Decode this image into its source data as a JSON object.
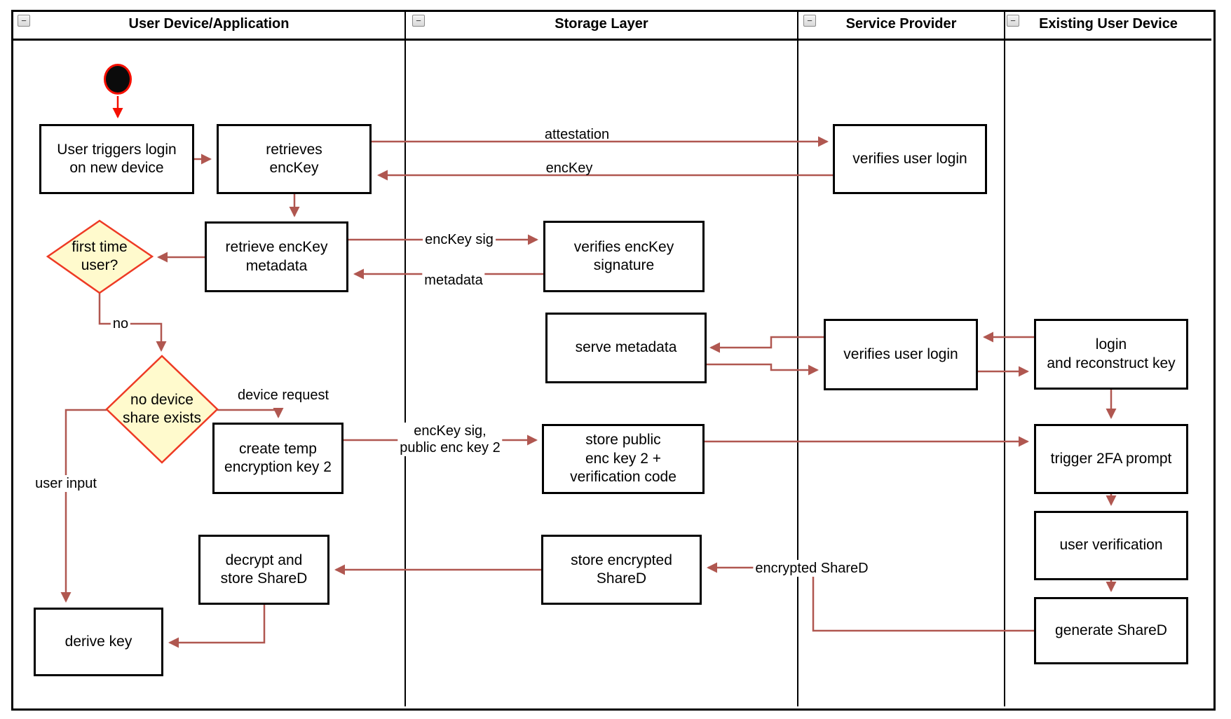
{
  "diagram": {
    "type": "swimlane-activity-diagram",
    "lanes": [
      {
        "title": "User Device/Application",
        "collapse_icon": "minus"
      },
      {
        "title": "Storage Layer",
        "collapse_icon": "minus"
      },
      {
        "title": "Service Provider",
        "collapse_icon": "minus"
      },
      {
        "title": "Existing User Device",
        "collapse_icon": "minus"
      }
    ],
    "collapse_glyph": "−",
    "nodes": {
      "start": {
        "type": "initial-node"
      },
      "user_triggers_login": {
        "label": "User triggers login\non new device",
        "lane": "User Device/Application"
      },
      "retrieves_enckey": {
        "label": "retrieves\nencKey",
        "lane": "User Device/Application"
      },
      "verifies_user_login_1": {
        "label": "verifies user login",
        "lane": "Service Provider"
      },
      "retrieve_enckey_metadata": {
        "label": "retrieve encKey\nmetadata",
        "lane": "User Device/Application"
      },
      "first_time_user": {
        "label": "first time\nuser?",
        "type": "decision",
        "lane": "User Device/Application"
      },
      "verifies_enckey_signature": {
        "label": "verifies encKey\nsignature",
        "lane": "Storage Layer"
      },
      "serve_metadata": {
        "label": "serve metadata",
        "lane": "Storage Layer"
      },
      "verifies_user_login_2": {
        "label": "verifies user login",
        "lane": "Service Provider"
      },
      "login_and_reconstruct_key": {
        "label": "login\nand reconstruct key",
        "lane": "Existing User Device"
      },
      "no_device_share_exists": {
        "label": "no device\nshare exists",
        "type": "decision",
        "lane": "User Device/Application"
      },
      "create_temp_encryption_key_2": {
        "label": "create temp\nencryption key 2",
        "lane": "User Device/Application"
      },
      "store_public_enc_key_2": {
        "label": "store public\nenc key 2 +\nverification code",
        "lane": "Storage Layer"
      },
      "trigger_2fa_prompt": {
        "label": "trigger 2FA prompt",
        "lane": "Existing User Device"
      },
      "user_verification": {
        "label": "user verification",
        "lane": "Existing User Device"
      },
      "generate_shared": {
        "label": "generate ShareD",
        "lane": "Existing User Device"
      },
      "store_encrypted_shared": {
        "label": "store encrypted\nShareD",
        "lane": "Storage Layer"
      },
      "decrypt_and_store_shared": {
        "label": "decrypt and\nstore ShareD",
        "lane": "User Device/Application"
      },
      "derive_key": {
        "label": "derive key",
        "lane": "User Device/Application"
      }
    },
    "edge_labels": {
      "attestation": "attestation",
      "enckey": "encKey",
      "enckey_sig": "encKey sig",
      "metadata": "metadata",
      "no": "no",
      "device_request": "device request",
      "enckey_sig_public": "encKey sig,\npublic enc key 2",
      "user_input": "user input",
      "encrypted_shared": "encrypted ShareD"
    },
    "colors": {
      "connector": "#b05750",
      "start_arrow": "#f50f00",
      "decision_fill": "#fffacd",
      "decision_stroke": "#ee3a24",
      "node_stroke": "#000000",
      "lane_stroke": "#000000"
    }
  }
}
